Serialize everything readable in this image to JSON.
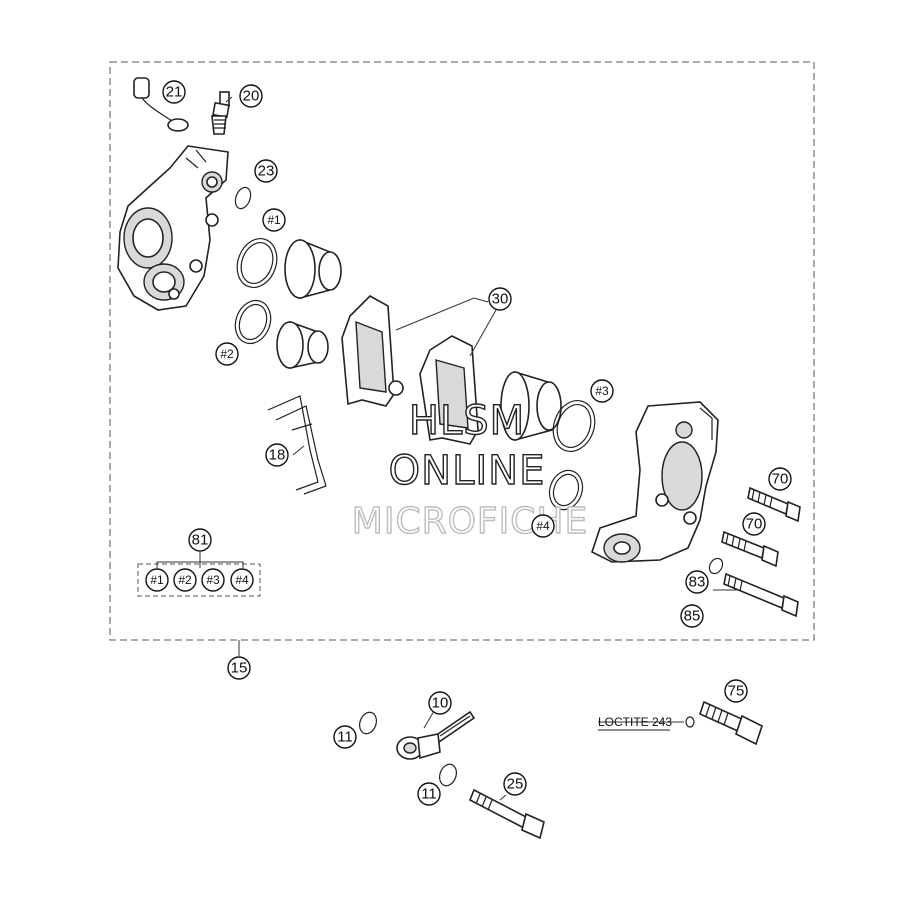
{
  "watermark": {
    "line1": "HLSM",
    "line2": "ONLINE",
    "line3": "MICROFICHE"
  },
  "note": {
    "loctite": "LOCTITE 243"
  },
  "callouts": {
    "c21": "21",
    "c20": "20",
    "c23": "23",
    "h1_top": "#1",
    "h2": "#2",
    "c30": "30",
    "h3": "#3",
    "h4": "#4",
    "c18": "18",
    "c70a": "70",
    "c70b": "70",
    "c81": "81",
    "k1": "#1",
    "k2": "#2",
    "k3": "#3",
    "k4": "#4",
    "c83": "83",
    "c85": "85",
    "c15": "15",
    "c10": "10",
    "c11a": "11",
    "c11b": "11",
    "c25": "25",
    "c75": "75"
  }
}
